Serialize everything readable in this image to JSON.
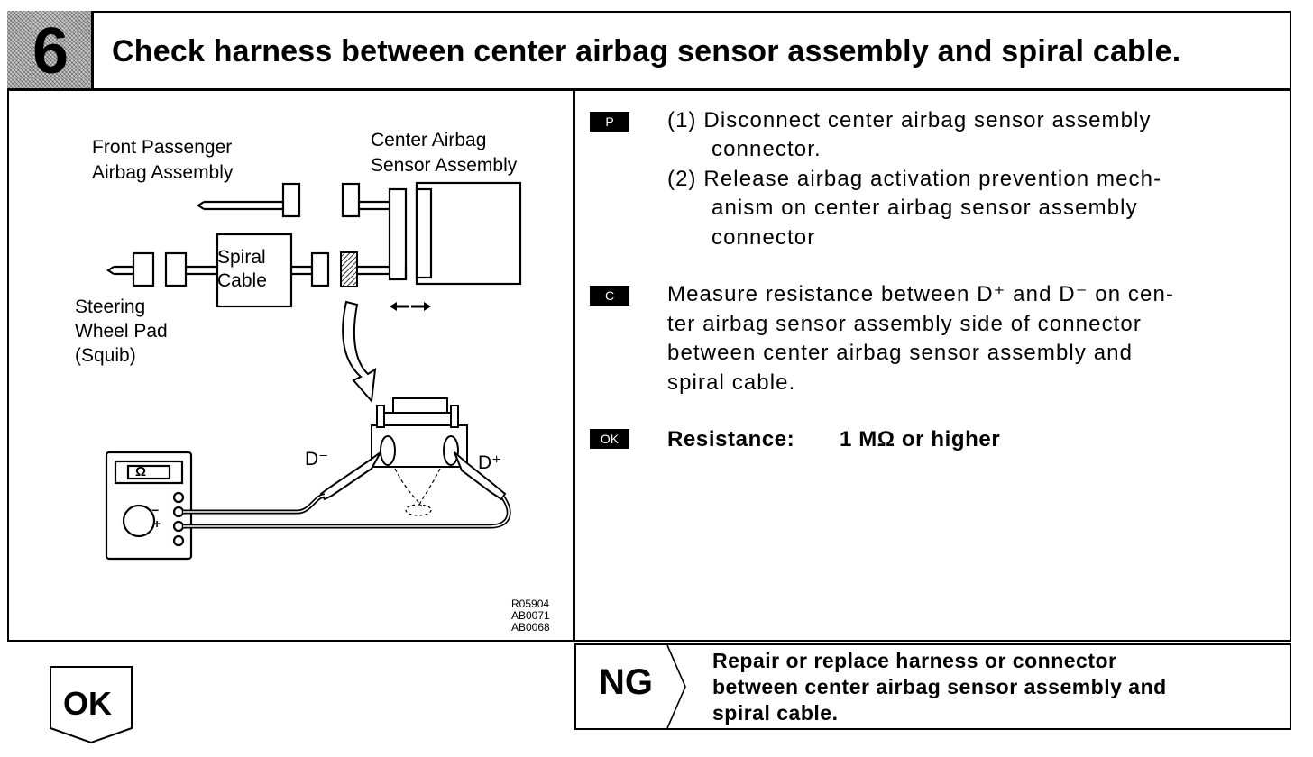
{
  "step": {
    "number": "6",
    "title": "Check harness between center airbag sensor assembly and spiral cable."
  },
  "diagram": {
    "labels": {
      "front_passenger_1": "Front Passenger",
      "front_passenger_2": "Airbag Assembly",
      "center_airbag_1": "Center Airbag",
      "center_airbag_2": "Sensor Assembly",
      "spiral_1": "Spiral",
      "spiral_2": "Cable",
      "steering_1": "Steering",
      "steering_2": "Wheel Pad",
      "steering_3": "(Squib)",
      "d_minus": "D⁻",
      "d_plus": "D⁺",
      "meter_symbol": "Ω",
      "meter_minus": "−",
      "meter_plus": "+"
    },
    "codes": [
      "R05904",
      "AB0071",
      "AB0068"
    ]
  },
  "instructions": {
    "prepare": {
      "badge": "P",
      "lines": [
        "(1) Disconnect center airbag sensor assembly",
        "connector.",
        "(2) Release airbag activation prevention mech-",
        "anism on center airbag sensor assembly",
        "connector"
      ]
    },
    "check": {
      "badge": "C",
      "lines": [
        "Measure resistance between D⁺ and D⁻ on cen-",
        "ter airbag sensor assembly side of connector",
        "between center airbag sensor assembly and",
        "spiral cable."
      ]
    },
    "ok": {
      "badge": "OK",
      "label": "Resistance:",
      "value": "1 MΩ or higher"
    }
  },
  "ng": {
    "label": "NG",
    "lines": [
      "Repair or replace harness or connector",
      "between center airbag sensor assembly and",
      "spiral cable."
    ]
  },
  "ok_flow": {
    "label": "OK"
  }
}
